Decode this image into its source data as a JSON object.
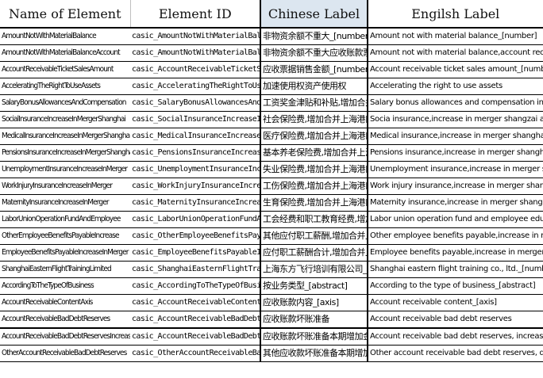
{
  "headers": {
    "name": "Name of Element",
    "id": "Element ID",
    "zh": "Chinese Label",
    "en": "Engilsh Label"
  },
  "rows": [
    {
      "name": "AmountNotWithMaterialBalance",
      "id": "casic_AmountNotWithMaterialBalance",
      "zh": "非物资余额不重大_[number]",
      "en": "Amount not with material balance_[number]"
    },
    {
      "name": "AmountNotWithMaterialBalanceAccount",
      "id": "casic_AmountNotWithMaterialBalanceAccount",
      "zh": "非物资余额不重大应收账款票据情况",
      "en": "Amount not with material balance,account receiv"
    },
    {
      "name": "AccountReceivableTicketSalesAmount",
      "id": "casic_AccountReceivableTicketSalesAmount",
      "zh": "应收票据销售金额_[number]",
      "en": "Account receivable ticket sales amount_[number]"
    },
    {
      "name": "AcceleratingTheRightToUseAssets",
      "id": "casic_AcceleratingTheRightToUseAssets",
      "zh": "加速使用权资产使用权",
      "en": "Accelerating the right to use assets"
    },
    {
      "name": "SalaryBonusAllowancesAndCompensation",
      "id": "casic_SalaryBonusAllowancesAndCompensation",
      "zh": "工资奖金津贴和补贴,增加合并上海",
      "en": "Salary bonus allowances and compensation increase"
    },
    {
      "name": "SocialInsuranceIncreaseInMergerShanghai",
      "id": "casic_SocialInsuranceIncreaseInMerger",
      "zh": "社会保险费,增加合并上海港口",
      "en": "Socia insurance,increase in merger shangzai ai"
    },
    {
      "name": "MedicalInsuranceIncreaseInMergerShanghai",
      "id": "casic_MedicalInsuranceIncreaseInMerger",
      "zh": "医疗保险费,增加合并上海港口",
      "en": "Medical insurance,increase in merger shanghai a"
    },
    {
      "name": "PensionsInsuranceIncreaseInMergerShanghai",
      "id": "casic_PensionsInsuranceIncreaseInMerger",
      "zh": "基本养老保险费,增加合并上海港口",
      "en": "Pensions insurance,increase in merger shanghai"
    },
    {
      "name": "UnemploymentInsuranceIncreaseInMerger",
      "id": "casic_UnemploymentInsuranceIncreaseInMerger",
      "zh": "失业保险费,增加合并上海港口",
      "en": "Unemployment insurance,increase in merger shangh"
    },
    {
      "name": "WorkInjuryInsuranceIncreaseInMerger",
      "id": "casic_WorkInjuryInsuranceIncreaseInMerger",
      "zh": "工伤保险费,增加合并上海港口",
      "en": "Work injury insurance,increase in merger shangha"
    },
    {
      "name": "MaternityInsuranceIncreaseInMerger",
      "id": "casic_MaternityInsuranceIncreaseInMerger",
      "zh": "生育保险费,增加合并上海港口",
      "en": "Maternity insurance,increase in merger shangh"
    },
    {
      "name": "LaborUnionOperationFundAndEmployee",
      "id": "casic_LaborUnionOperationFundAndEmployee",
      "zh": "工会经费和职工教育经费,增加合并上海",
      "en": "Labor union operation fund and employee educati"
    },
    {
      "name": "OtherEmployeeBenefitsPayableIncrease",
      "id": "casic_OtherEmployeeBenefitsPayableIncrease",
      "zh": "其他应付职工薪酬,增加合并上海港口",
      "en": "Other employee benefits payable,increase in mer"
    },
    {
      "name": "EmployeeBenefitsPayableIncreaseInMerger",
      "id": "casic_EmployeeBenefitsPayableIncrease",
      "zh": "应付职工薪酬合计,增加合并上海港口",
      "en": "Employee benefits payable,increase in merger sh"
    },
    {
      "name": "ShanghaiEasternFlightTrainingLimited",
      "id": "casic_ShanghaiEasternFlightTraining",
      "zh": "上海东方飞行培训有限公司_[number]",
      "en": "Shanghai eastern flight training co., ltd._[numb"
    },
    {
      "name": "AccordingToTheTypeOfBusiness",
      "id": "casic_AccordingToTheTypeOfBusiness",
      "zh": "按业务类型_[abstract]",
      "en": "According to the type of business_[abstract]"
    },
    {
      "name": "AccountReceivableContentAxis",
      "id": "casic_AccountReceivableContentAxis",
      "zh": "应收账款内容_[axis]",
      "en": "Account receivable content_[axis]"
    },
    {
      "name": "AccountReceivableBadDebtReserves",
      "id": "casic_AccountReceivableBadDebtReserves",
      "zh": "应收账款坏账准备",
      "en": "Account receivable bad debt reserves"
    },
    {
      "name": "AccountReceivableBadDebtReservesIncrease",
      "id": "casic_AccountReceivableBadDebtReservesIncrease",
      "zh": "应收账款坏账准备本期增加金额,增加",
      "en": "Account receivable bad debt reserves, increase"
    },
    {
      "name": "OtherAccountReceivableBadDebtReserves",
      "id": "casic_OtherAccountReceivableBadDebtReserves",
      "zh": "其他应收款坏账准备本期增加金额,减少",
      "en": "Other account receivable bad debt reserves, dec"
    }
  ]
}
